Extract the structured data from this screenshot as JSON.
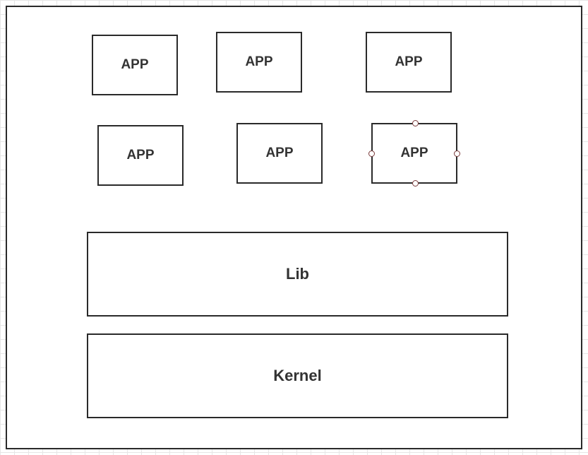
{
  "apps": [
    {
      "label": "APP"
    },
    {
      "label": "APP"
    },
    {
      "label": "APP"
    },
    {
      "label": "APP"
    },
    {
      "label": "APP"
    },
    {
      "label": "APP",
      "selected": true
    }
  ],
  "lib": {
    "label": "Lib"
  },
  "kernel": {
    "label": "Kernel"
  },
  "colors": {
    "stroke": "#2a2a2a",
    "text": "#333333",
    "grid": "#e6e6e6",
    "selection_handle": "#7a3a3a"
  }
}
